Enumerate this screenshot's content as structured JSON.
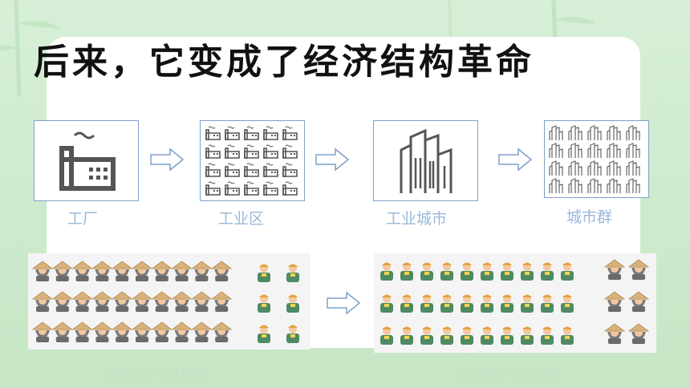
{
  "title": "后来，它变成了经济结构革命",
  "icons": {
    "factory": "factory-icon",
    "industrial_zone": "factory-cluster-icon",
    "city": "city-buildings-icon",
    "city_cluster": "city-cluster-icon",
    "arrow": "right-arrow-icon",
    "farmer": "farmer-with-hat-icon",
    "worker": "worker-icon"
  },
  "stages": [
    {
      "label": "工厂"
    },
    {
      "label": "工业区"
    },
    {
      "label": "工业城市"
    },
    {
      "label": "城市群"
    }
  ],
  "population": {
    "before_label": "以农业人口为主",
    "after_label": "以工业人口为主"
  },
  "colors": {
    "caption": "#9ab8db",
    "box_border": "#7ea0c8",
    "icon_gray": "#555555",
    "farmer_hat": "#d8b27a",
    "worker_shirt": "#4e8a62"
  }
}
